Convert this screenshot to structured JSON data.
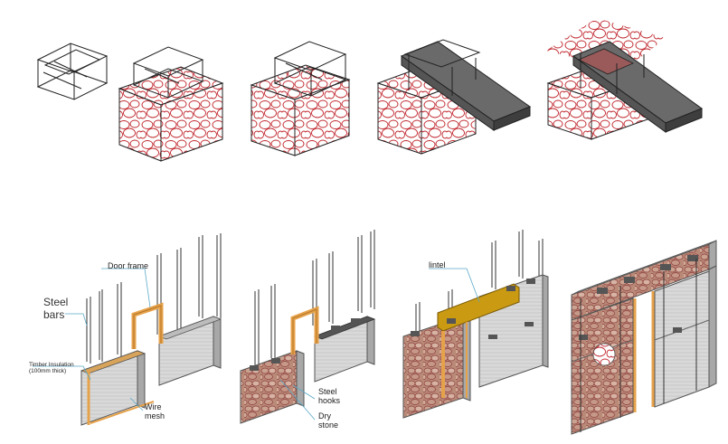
{
  "labels": {
    "steel_bars_line1": "Steel",
    "steel_bars_line2": "bars",
    "door_frame": "Door frame",
    "timber_insulation_line1": "Timber Insulation",
    "timber_insulation_line2": "(100mm thick)",
    "wire_mesh_line1": "Wire",
    "wire_mesh_line2": "mesh",
    "steel_hooks_line1": "Steel",
    "steel_hooks_line2": "hooks",
    "dry_stone_line1": "Dry",
    "dry_stone_line2": "stone",
    "lintel": "lintel"
  },
  "colors": {
    "stone_outline": "#c0262d",
    "leader_line": "#5aa9c8",
    "timber": "#e6a24a",
    "lintel": "#c99a12",
    "slab": "#555555",
    "panel_gray": "#cfcfcf"
  }
}
